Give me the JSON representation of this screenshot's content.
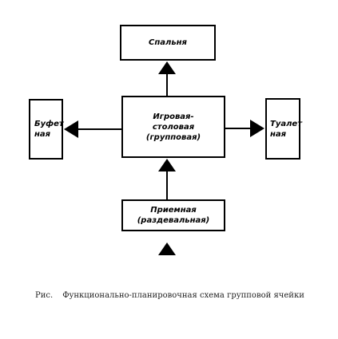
{
  "nodes": {
    "spalnya": "Спальня",
    "igrovaya": "Игровая-\nстоловая\n(групповая)",
    "bufet": "Буфет\nная",
    "tualet": "Туалет\nная",
    "priemnaya": "Приемная\n(раздевальная)"
  },
  "caption": {
    "label": "Рис.",
    "text": "Функционально-планировочная схема групповой ячейки"
  }
}
